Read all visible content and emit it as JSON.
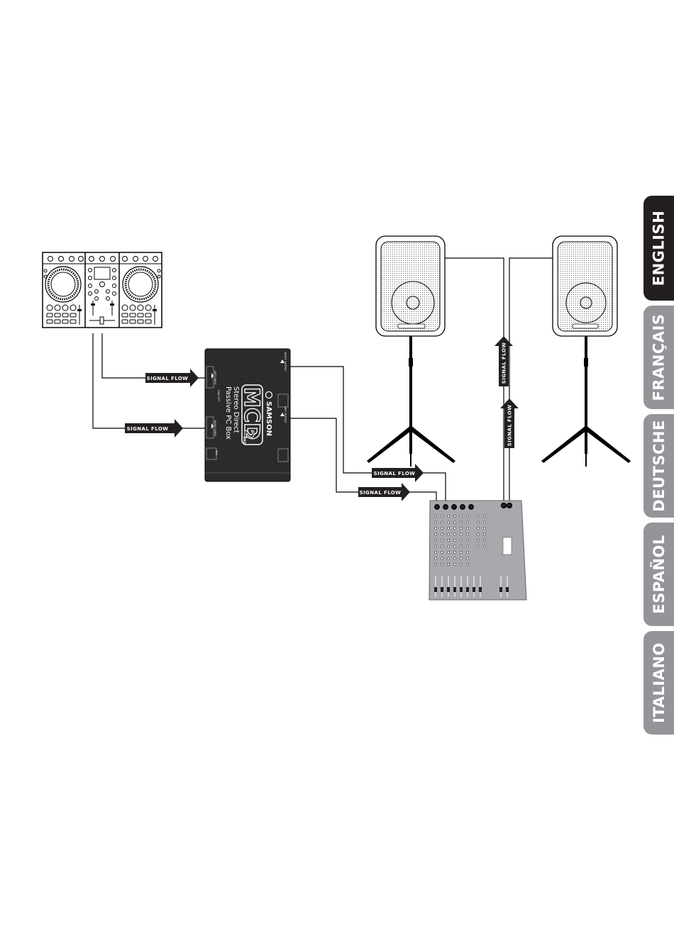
{
  "tabs": [
    {
      "label": "ENGLISH",
      "active": true
    },
    {
      "label": "FRANÇAIS",
      "active": false
    },
    {
      "label": "DEUTSCHE",
      "active": false
    },
    {
      "label": "ESPAÑOL",
      "active": false
    },
    {
      "label": "ITALIANO",
      "active": false
    }
  ],
  "colors": {
    "active_tab": "#231f20",
    "inactive_tab": "#939598",
    "box": "#2b2b2b",
    "line": "#000000"
  },
  "diagram": {
    "signal_flow_label": "SIGNAL FLOW",
    "box": {
      "brand": "SAMSON",
      "model": "MCD",
      "model_number": "2",
      "model_suffix": "PRO",
      "line1": "Stereo Direct",
      "line2": "Passive PC Box",
      "left_input_label": "LEFT INPUT",
      "right_input_label": "RIGHT INPUT",
      "left_output_label": "LEFT OUTPUT",
      "right_output_label": "RIGHT OUTPUT",
      "ground_label": "GND LIFT",
      "pad_label": "PAD"
    }
  }
}
